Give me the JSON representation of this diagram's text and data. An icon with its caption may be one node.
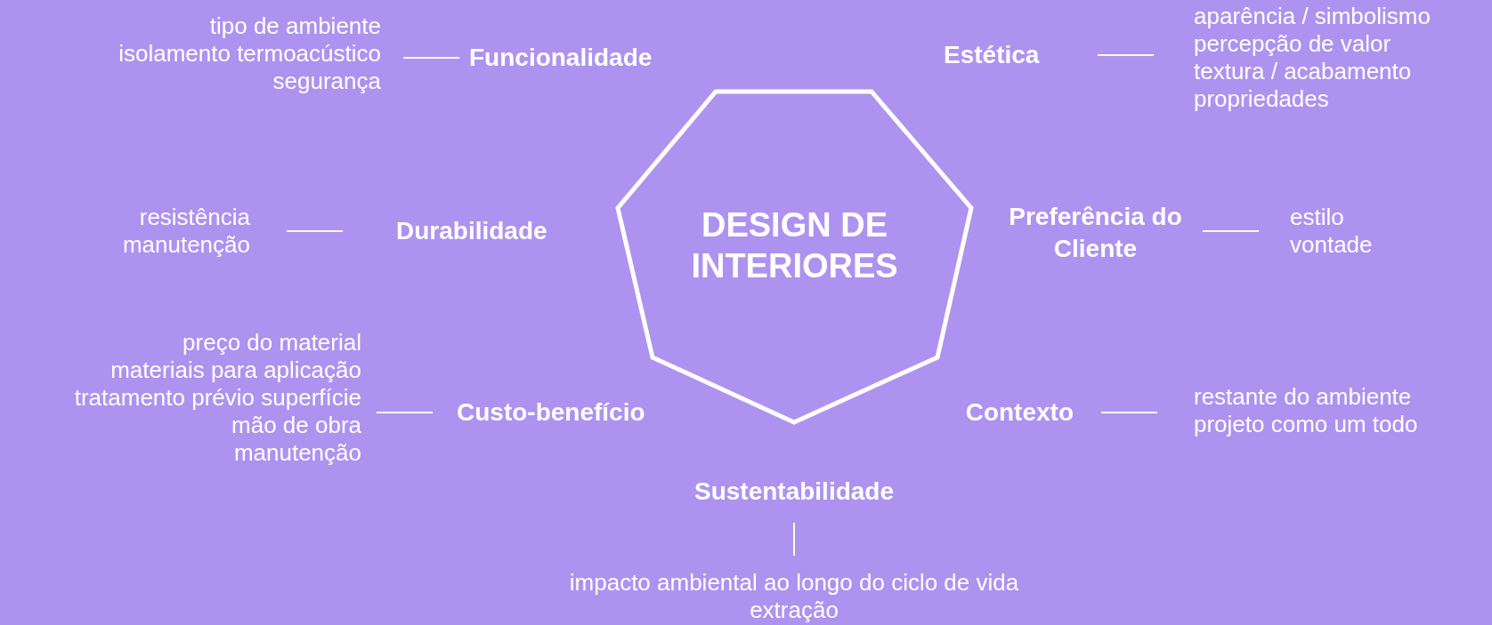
{
  "diagram": {
    "nodes": [
      {
        "text": [
          "tipo de ambiente",
          "isolamento termoacústico",
          "segurança"
        ]
      },
      {
        "text": [
          "Funcionalidade"
        ]
      },
      {
        "text": [
          "Estética"
        ]
      },
      {
        "text": [
          "aparência / simbolismo",
          "percepção de valor",
          "textura / acabamento",
          "propriedades"
        ]
      },
      {
        "text": [
          "resistência",
          "manutenção"
        ]
      },
      {
        "text": [
          "Durabilidade"
        ]
      },
      {
        "text": [
          "DESIGN DE INTERIORES"
        ]
      },
      {
        "text": [
          "Preferência do Cliente"
        ]
      },
      {
        "text": [
          "estilo",
          "vontade"
        ]
      },
      {
        "text": [
          "preço do material",
          "materiais para aplicação",
          "tratamento prévio superfície",
          "mão de obra",
          "manutenção"
        ]
      },
      {
        "text": [
          "Custo-benefício"
        ]
      },
      {
        "text": [
          "Contexto"
        ]
      },
      {
        "text": [
          "restante do ambiente",
          "projeto como um todo"
        ]
      },
      {
        "text": [
          "Sustentabilidade"
        ]
      },
      {
        "text": [
          "impacto ambiental ao longo do ciclo de vida",
          "extração"
        ]
      }
    ],
    "edges": [
      {
        "from": 0,
        "to": 1,
        "arrow": "none"
      },
      {
        "from": 2,
        "to": 3,
        "arrow": "none"
      },
      {
        "from": 4,
        "to": 5,
        "arrow": "none"
      },
      {
        "from": 7,
        "to": 8,
        "arrow": "none"
      },
      {
        "from": 9,
        "to": 10,
        "arrow": "none"
      },
      {
        "from": 11,
        "to": 12,
        "arrow": "none"
      },
      {
        "from": 13,
        "to": 14,
        "arrow": "none"
      }
    ]
  }
}
